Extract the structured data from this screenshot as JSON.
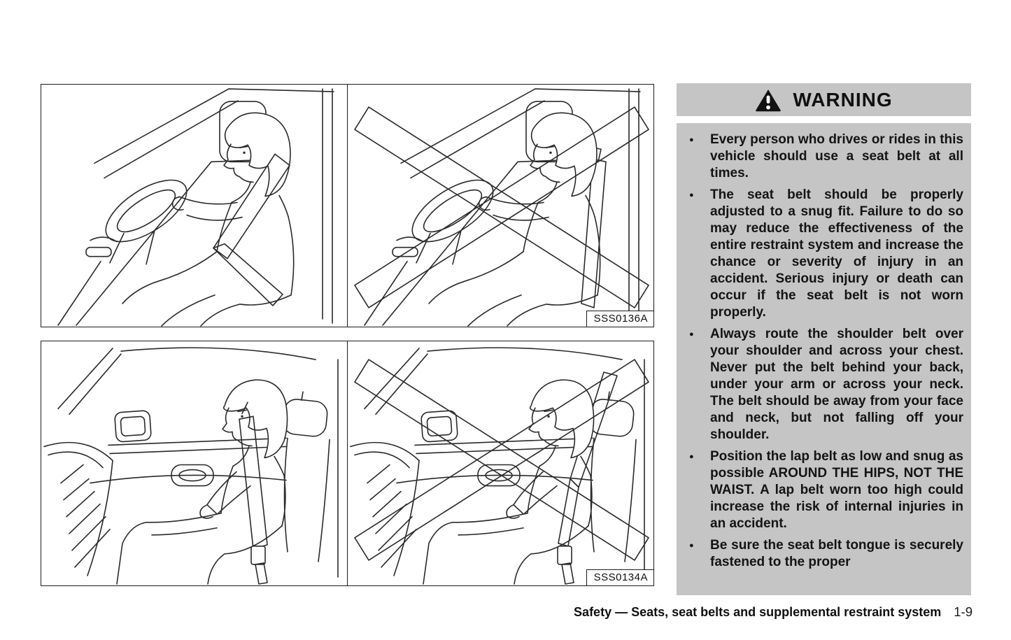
{
  "warning": {
    "title": "WARNING",
    "icon": "warning-triangle-icon",
    "bullets": [
      "Every person who drives or rides in this vehicle should use a seat belt at all times.",
      "The seat belt should be properly adjusted to a snug fit. Failure to do so may reduce the effectiveness of the entire restraint system and increase the chance or severity of injury in an accident. Serious injury or death can occur if the seat belt is not worn properly.",
      "Always route the shoulder belt over your shoulder and across your chest. Never put the belt behind your back, under your arm or across your neck. The belt should be away from your face and neck, but not falling off your shoulder.",
      "Position the lap belt as low and snug as possible AROUND THE HIPS, NOT THE WAIST. A lap belt worn too high could increase the risk of internal injuries in an accident.",
      "Be sure the seat belt tongue is securely fastened to the proper"
    ]
  },
  "figures": [
    {
      "code": "SSS0136A"
    },
    {
      "code": "SSS0134A"
    }
  ],
  "footer": {
    "section_title": "Safety — Seats, seat belts and supplemental restraint system",
    "page_number": "1-9"
  },
  "colors": {
    "panel_gray": "#c5c5c5",
    "ink": "#111111",
    "line_art": "#2a2a2a",
    "halftone": "#8f8f8f"
  }
}
